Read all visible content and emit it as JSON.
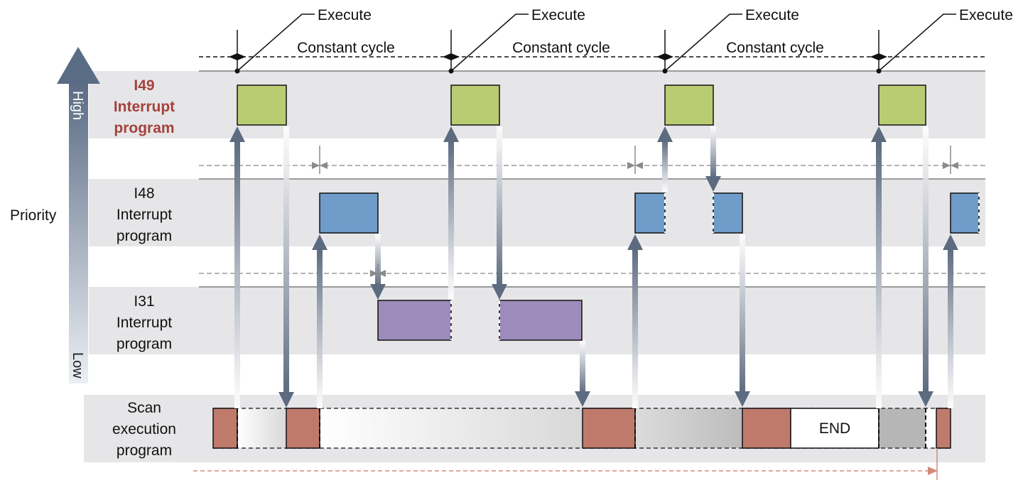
{
  "markers": {
    "execute_label": "Execute",
    "cycle_label": "Constant cycle",
    "execute_count": 4,
    "cycle_count": 3
  },
  "priority_axis": {
    "label": "Priority",
    "high_label": "High",
    "low_label": "Low"
  },
  "lanes": {
    "i49": {
      "lines": [
        "I49",
        "Interrupt",
        "program"
      ],
      "color": "#a4423c",
      "bold": true
    },
    "i48": {
      "lines": [
        "I48",
        "Interrupt",
        "program"
      ]
    },
    "i31": {
      "lines": [
        "I31",
        "Interrupt",
        "program"
      ]
    },
    "scan": {
      "lines": [
        "Scan",
        "execution",
        "program"
      ]
    }
  },
  "end_label": "END",
  "colors": {
    "i49_block": "#b9cc72",
    "i48_block": "#6f9cc8",
    "i31_block": "#9d8bbb",
    "scan_block": "#c07a6c",
    "lane_band": "#e6e6e8",
    "arrow": "#5d6b80",
    "timeline": "#d28a7b"
  }
}
